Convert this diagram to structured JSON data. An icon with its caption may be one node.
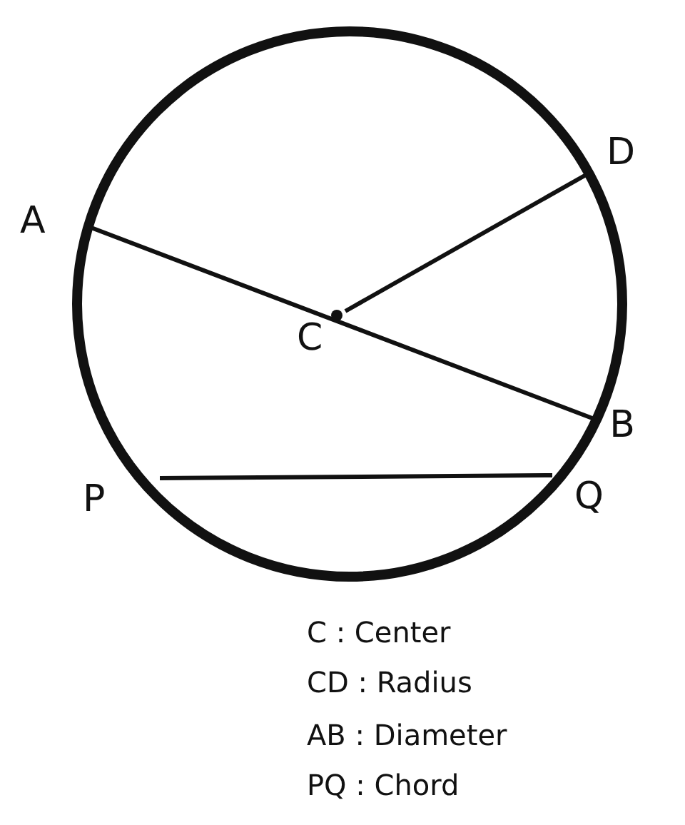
{
  "diagram": {
    "nodes": [
      {
        "text": [
          "A"
        ]
      },
      {
        "text": [
          "D"
        ]
      },
      {
        "text": [
          "C"
        ]
      },
      {
        "text": [
          "B"
        ]
      },
      {
        "text": [
          "P"
        ]
      },
      {
        "text": [
          "Q"
        ]
      }
    ],
    "edges": [
      {
        "from": 0,
        "to": 3,
        "arrow": "none"
      },
      {
        "from": 2,
        "to": 1,
        "arrow": "none"
      },
      {
        "from": 4,
        "to": 5,
        "arrow": "none"
      }
    ],
    "labels": [
      "C : Center",
      "CD : Radius",
      "AB : Diameter",
      "PQ : Chord"
    ]
  }
}
